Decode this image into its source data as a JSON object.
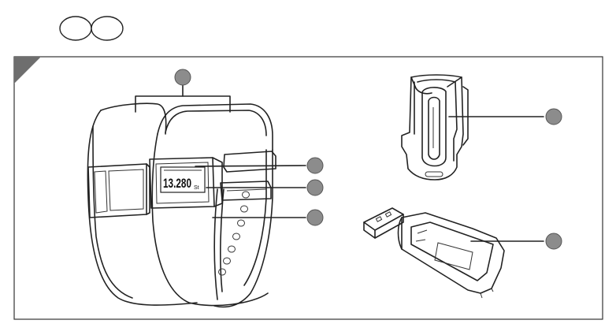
{
  "header": {
    "language_circles": [
      "",
      ""
    ]
  },
  "figure": {
    "corner_tab_label": "",
    "tracker_display": {
      "value": "13.280",
      "unit": "St"
    },
    "callout_markers": [
      {
        "id": "wristband",
        "label": ""
      },
      {
        "id": "display",
        "label": ""
      },
      {
        "id": "tracker-module",
        "label": ""
      },
      {
        "id": "wristband-clasp",
        "label": ""
      },
      {
        "id": "belt-clip",
        "label": ""
      },
      {
        "id": "usb-charger",
        "label": ""
      }
    ]
  },
  "colors": {
    "marker_fill": "#8c8c8c",
    "line": "#222222",
    "corner_tab": "#6e6e6e"
  }
}
